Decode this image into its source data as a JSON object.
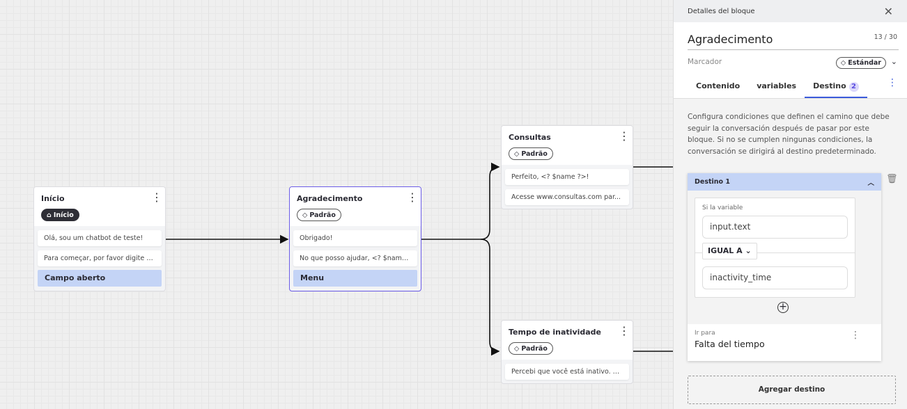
{
  "canvas": {
    "nodes": [
      {
        "title": "Início",
        "tag": "Início",
        "tag_icon": "home-icon",
        "messages": [
          "Olá, sou um chatbot de teste!",
          "Para começar, por favor digite o ..."
        ],
        "button": "Campo aberto"
      },
      {
        "title": "Agradecimento",
        "tag": "Padrão",
        "tag_icon": "tag-icon",
        "messages": [
          "Obrigado!",
          "No que posso ajudar, <? $name ..."
        ],
        "button": "Menu"
      },
      {
        "title": "Consultas",
        "tag": "Padrão",
        "tag_icon": "tag-icon",
        "messages": [
          "Perfeito, <? $name ?>!",
          "Acesse www.consultas.com par..."
        ]
      },
      {
        "title": "Tempo de inatividade",
        "tag": "Padrão",
        "tag_icon": "tag-icon",
        "messages": [
          "Percebi que você está inativo. C..."
        ]
      }
    ]
  },
  "panel": {
    "header": "Detalles del bloque",
    "name": "Agradecimento",
    "char_count": "13 / 30",
    "marker_label": "Marcador",
    "marker_value": "Estándar",
    "tabs": [
      {
        "label": "Contenido"
      },
      {
        "label": "variables"
      },
      {
        "label": "Destino",
        "badge": "2"
      }
    ],
    "active_tab": "Destino",
    "description": "Configura condiciones que definen el camino que debe seguir la conversación después de pasar por este bloque. Si no se cumplen ningunas condiciones, la conversación se dirigirá al destino predeterminado.",
    "destination": {
      "title": "Destino 1",
      "condition_label": "Si la variable",
      "variable": "input.text",
      "operator": "IGUAL A",
      "value": "inactivity_time",
      "goto_label": "Ir para",
      "goto_value": "Falta del tiempo"
    },
    "add_destination": "Agregar destino"
  },
  "colors": {
    "accent": "#3b5bdb",
    "selected_border": "#6b5ce7",
    "button_bg": "#c4d4f6"
  }
}
